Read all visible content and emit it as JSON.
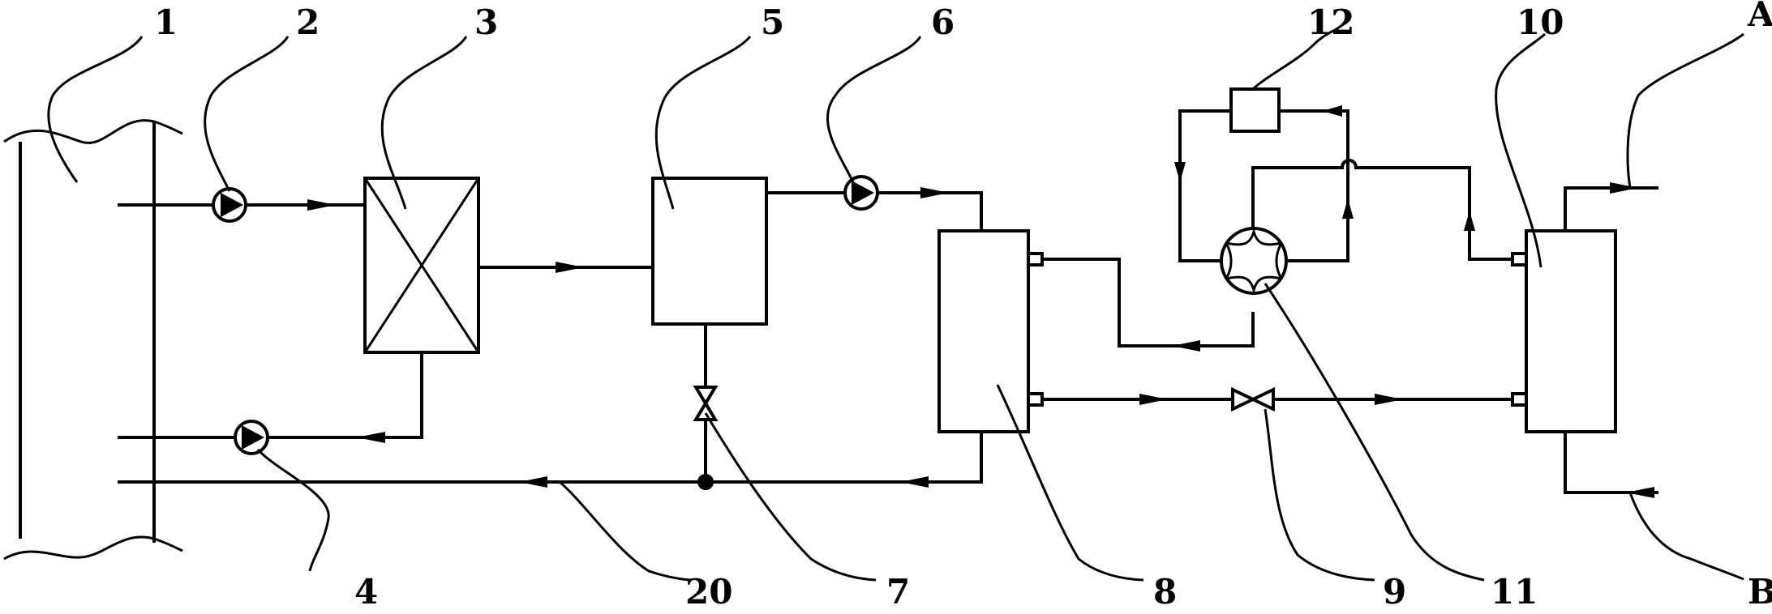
{
  "labels": {
    "l1": "1",
    "l2": "2",
    "l3": "3",
    "l4": "4",
    "l5": "5",
    "l6": "6",
    "l7": "7",
    "l8": "8",
    "l9": "9",
    "l10": "10",
    "l11": "11",
    "l12": "12",
    "l20": "20",
    "lA": "A",
    "lB": "B"
  }
}
